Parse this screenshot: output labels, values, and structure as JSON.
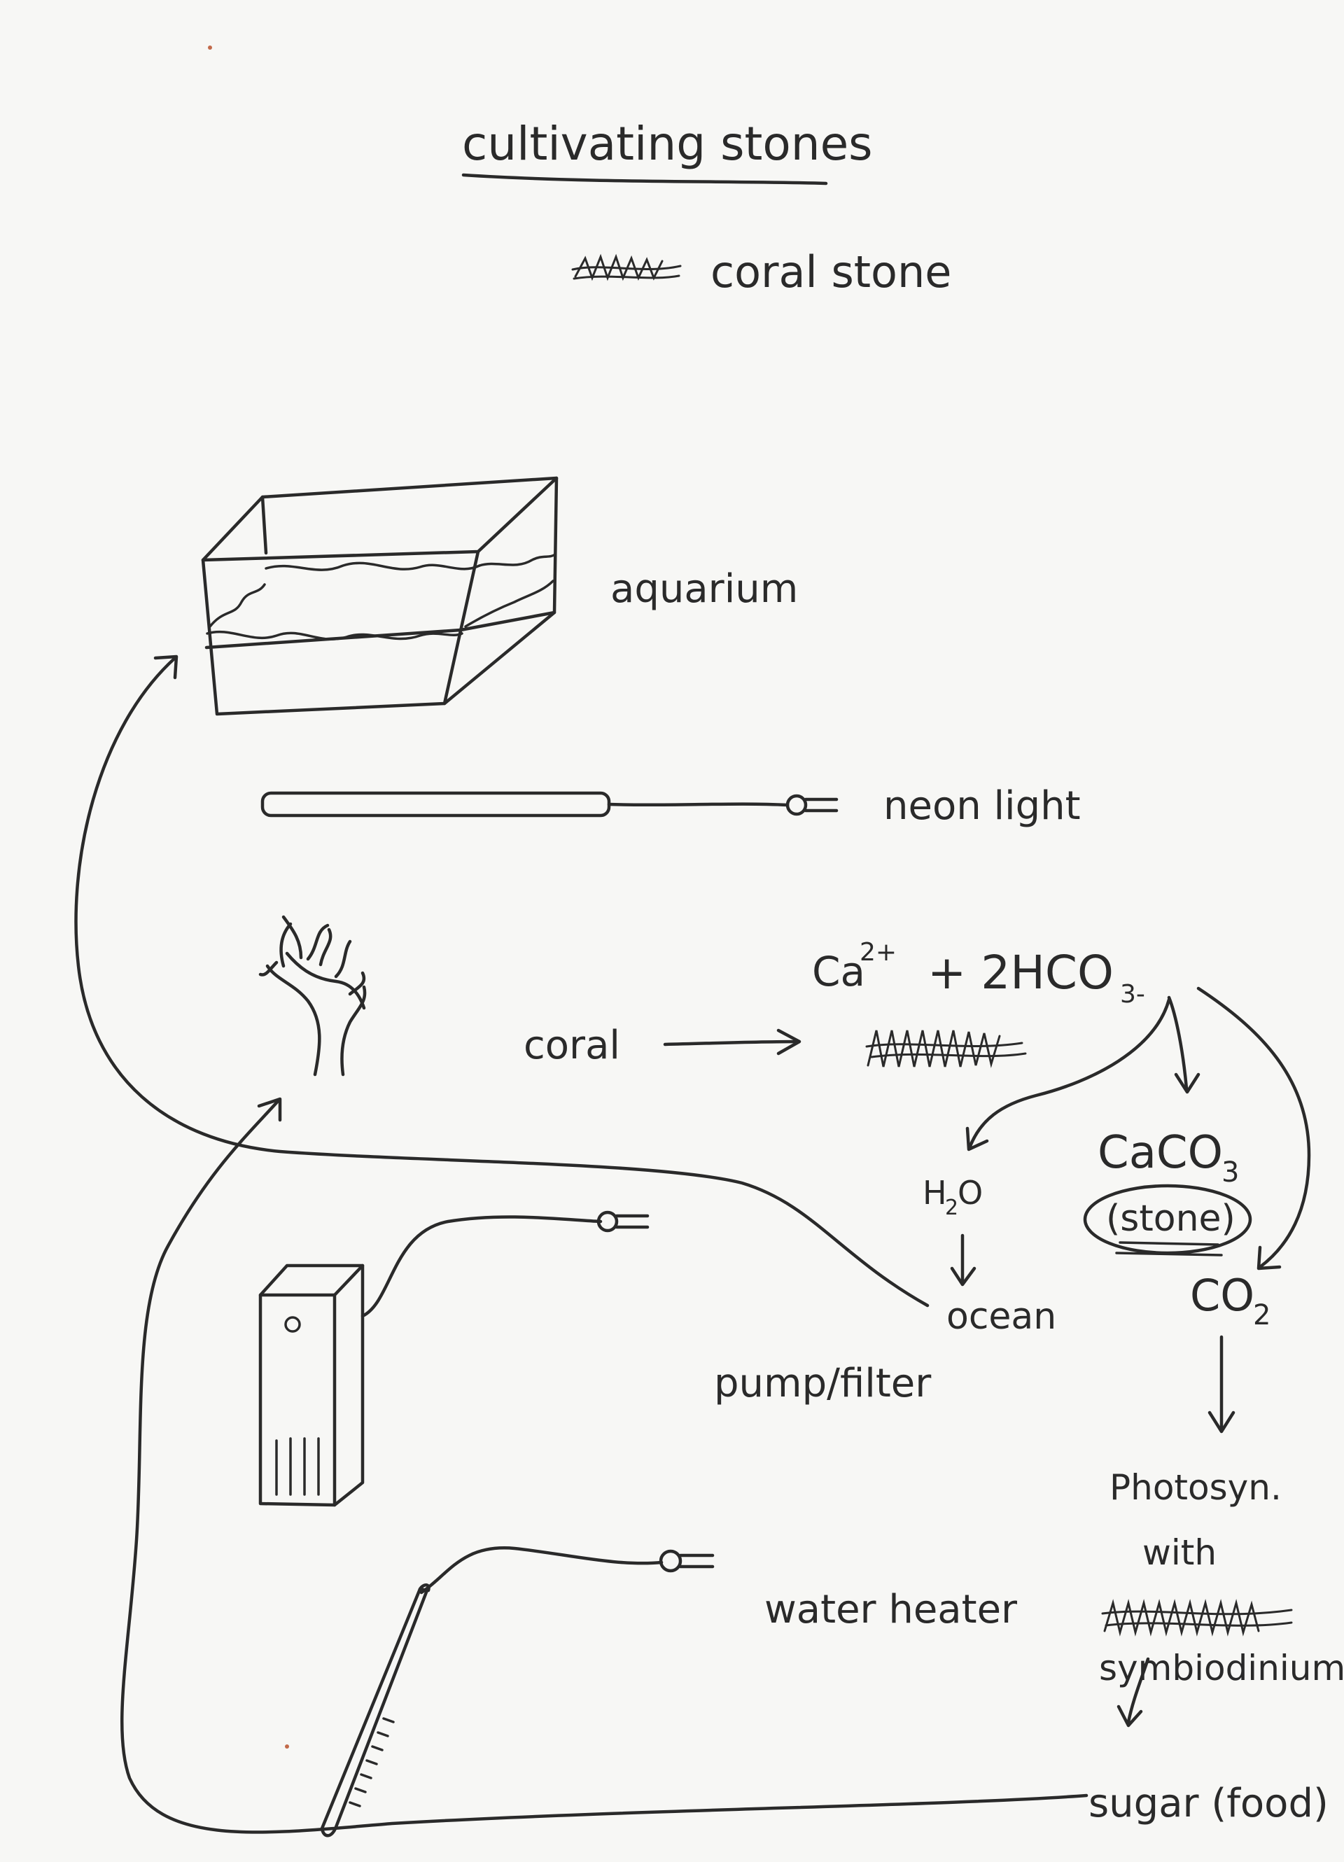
{
  "title": "cultivating stones",
  "subtitle": "coral stone",
  "labels": {
    "aquarium": "aquarium",
    "neon_light": "neon light",
    "coral": "coral",
    "equation_ca": "Ca",
    "equation_ca_sup": "2+",
    "equation_plus": "+ 2HCO",
    "equation_sub": "3-",
    "h2o_h": "H",
    "h2o_sub": "2",
    "h2o_o": "O",
    "caco3": "CaCO",
    "caco3_sub": "3",
    "stone": "(stone)",
    "co2": "CO",
    "co2_sub": "2",
    "ocean": "ocean",
    "pump_filter": "pump/filter",
    "photosyn": "Photosyn.",
    "with": "with",
    "symbiodinium": "symbiodinium",
    "water_heater": "water heater",
    "sugar_food": "sugar (food)"
  },
  "colors": {
    "ink": "#2a2a2a",
    "paper": "#f7f7f5"
  }
}
